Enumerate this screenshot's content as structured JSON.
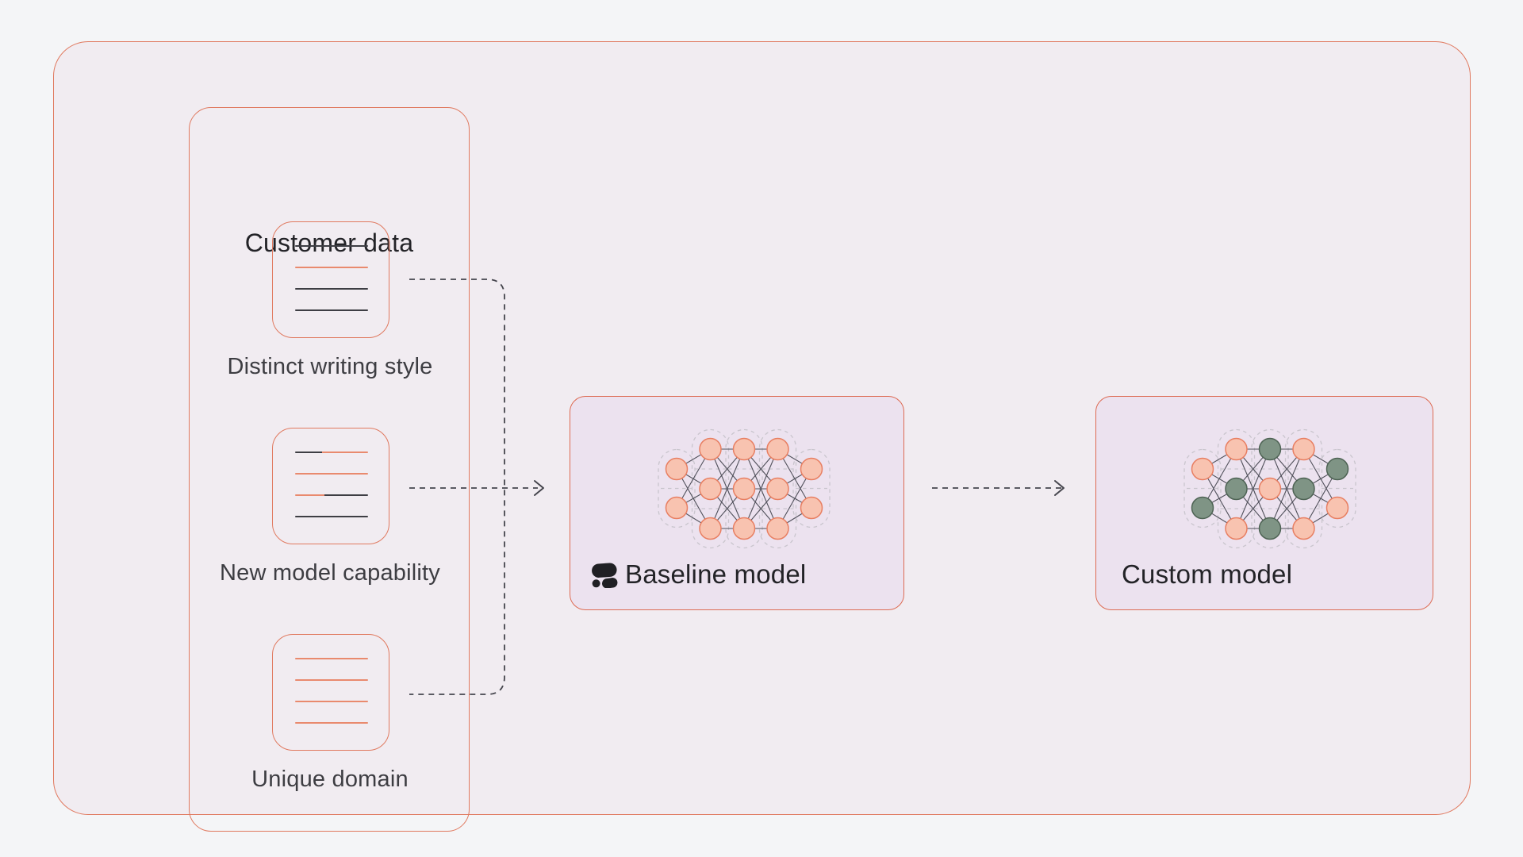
{
  "colors": {
    "page_bg": "#f4f5f7",
    "panel_bg": "#f1ecf1",
    "panel_border": "#e0795f",
    "model_box_bg": "#ece2ef",
    "model_box_border": "#dd6b53",
    "text_dark": "#232327",
    "text_label": "#3d3d42",
    "line_dark": "#3e3e44",
    "line_salmon": "#e98a6e",
    "connector": "#45454d",
    "capsule_dash": "#c9c5cd",
    "network_edge": "#50505a",
    "node_salmon_fill": "#f8c3b0",
    "node_salmon_stroke": "#e87f62",
    "node_green_fill": "#7f9485",
    "node_green_stroke": "#4e6354",
    "logo_color": "#202024"
  },
  "customer_data": {
    "title": "Customer data",
    "items": [
      {
        "label": "Distinct writing style",
        "icon": "document-icon",
        "lines": [
          "dark",
          "salmon",
          "dark",
          "dark"
        ]
      },
      {
        "label": "New model capability",
        "icon": "document-icon",
        "lines": [
          "dark-salmon",
          "salmon",
          "salmon-dark",
          "dark"
        ]
      },
      {
        "label": "Unique domain",
        "icon": "document-icon",
        "lines": [
          "salmon",
          "salmon",
          "salmon",
          "salmon"
        ]
      }
    ]
  },
  "baseline_model": {
    "label": "Baseline model",
    "logo_icon": "three-blob-logo-icon",
    "network_columns": [
      [
        "salmon",
        "salmon"
      ],
      [
        "salmon",
        "salmon",
        "salmon"
      ],
      [
        "salmon",
        "salmon",
        "salmon"
      ],
      [
        "salmon",
        "salmon",
        "salmon"
      ],
      [
        "salmon",
        "salmon"
      ]
    ]
  },
  "custom_model": {
    "label": "Custom model",
    "network_columns": [
      [
        "salmon",
        "green"
      ],
      [
        "salmon",
        "green",
        "salmon"
      ],
      [
        "green",
        "salmon",
        "green"
      ],
      [
        "salmon",
        "green",
        "salmon"
      ],
      [
        "green",
        "salmon"
      ]
    ]
  },
  "arrows": [
    {
      "name": "customer-data-to-baseline-model"
    },
    {
      "name": "baseline-model-to-custom-model"
    }
  ]
}
